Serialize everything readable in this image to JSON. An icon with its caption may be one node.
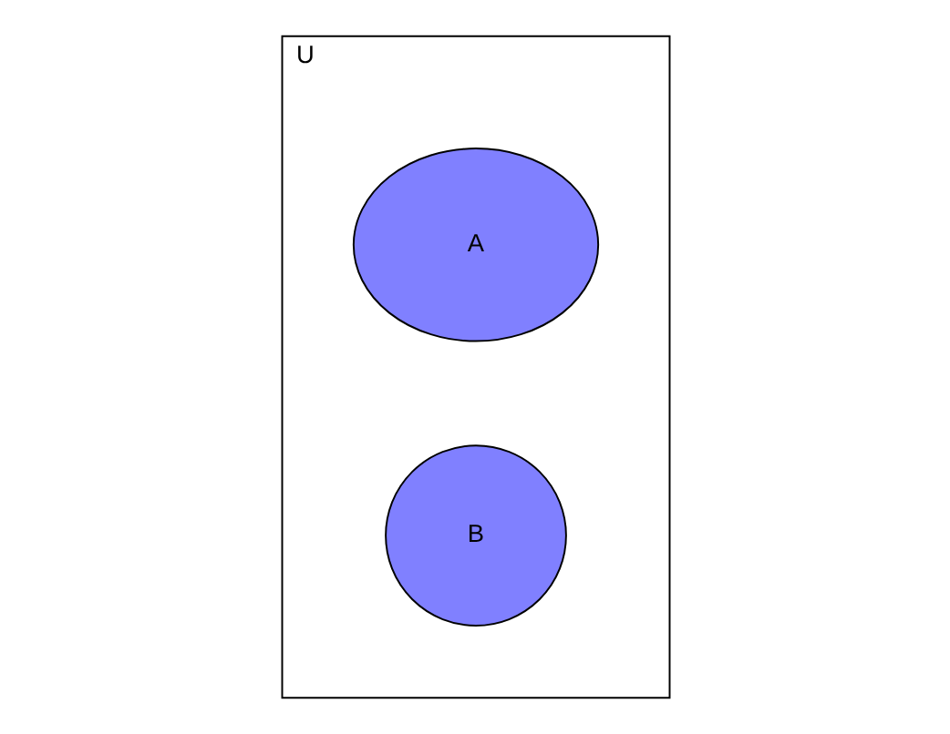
{
  "diagram": {
    "nodes": [
      {
        "text": [
          "U"
        ]
      },
      {
        "text": [
          "A"
        ],
        "in": 0
      },
      {
        "text": [
          "B"
        ],
        "in": 0
      }
    ]
  }
}
